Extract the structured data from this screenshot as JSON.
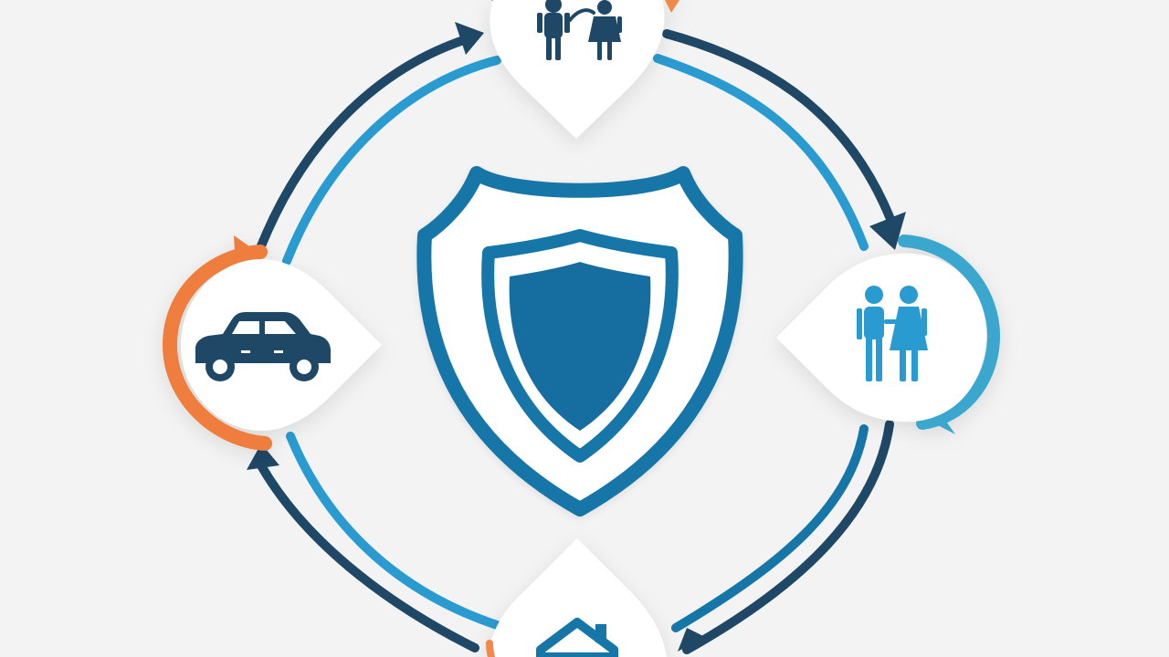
{
  "diagram": {
    "center": {
      "icon": "shield-icon"
    },
    "nodes": [
      {
        "id": "family",
        "icon": "family-icon",
        "ring_color": "#f08a4b"
      },
      {
        "id": "couple",
        "icon": "couple-icon",
        "ring_color": "#3aa7cf"
      },
      {
        "id": "home",
        "icon": "house-icon",
        "ring_color": "#f08a4b"
      },
      {
        "id": "car",
        "icon": "car-icon",
        "ring_color": "#ef7d3c"
      }
    ],
    "colors": {
      "navy": "#1f4766",
      "blue": "#1676a8",
      "light_blue": "#2a9bd0",
      "orange": "#ef7d3c",
      "background": "#f3f3f3"
    }
  }
}
